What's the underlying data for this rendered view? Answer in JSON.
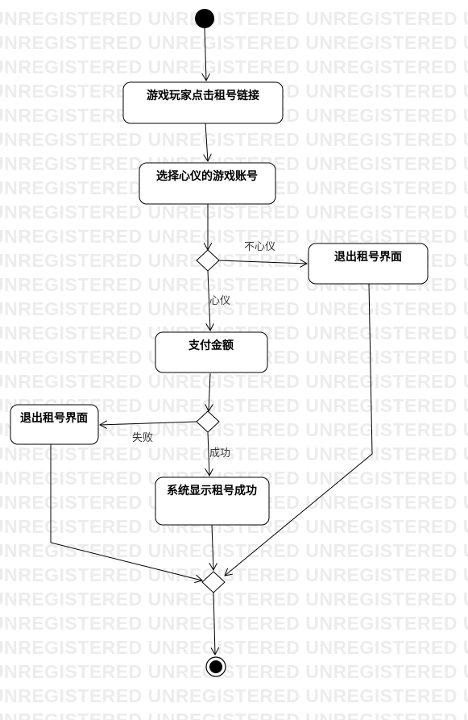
{
  "watermark": "UNREGISTERED",
  "activities": {
    "click_link": "游戏玩家点击租号链接",
    "select_account": "选择心仪的游戏账号",
    "exit_top": "退出租号界面",
    "pay": "支付金额",
    "exit_left": "退出租号界面",
    "success": "系统显示租号成功"
  },
  "guards": {
    "not_satisfied": "不心仪",
    "satisfied": "心仪",
    "fail": "失败",
    "ok": "成功"
  }
}
